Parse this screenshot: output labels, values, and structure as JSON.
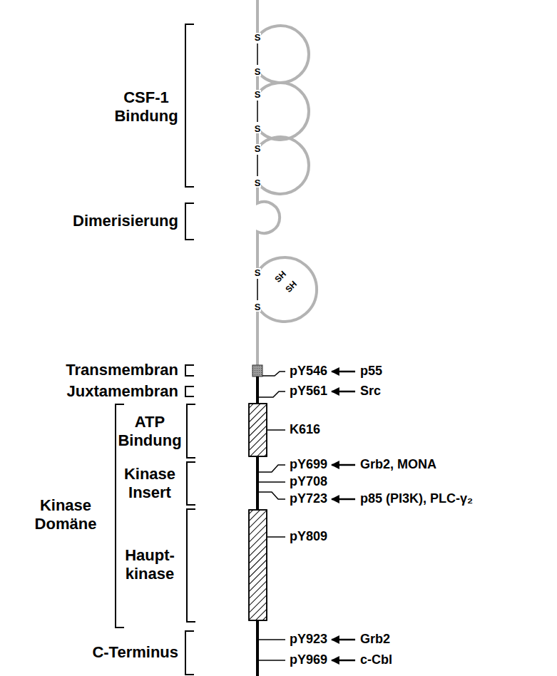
{
  "diagram": {
    "labels": [
      "CSF-1 Bindung",
      "Dimerisierung",
      "Transmembran",
      "Juxtamembran",
      "ATP Bindung",
      "Kinase Insert",
      "Kinase Domäne",
      "Haupt- kinase",
      "C-Terminus",
      "S",
      "S",
      "S",
      "S",
      "S",
      "S",
      "S",
      "S",
      "SH",
      "SH",
      "pY546",
      "p55",
      "pY561",
      "Src",
      "K616",
      "pY699",
      "Grb2, MONA",
      "pY708",
      "pY723",
      "p85 (PI3K), PLC-γ₂",
      "pY809",
      "pY923",
      "Grb2",
      "pY969",
      "c-Cbl"
    ]
  }
}
